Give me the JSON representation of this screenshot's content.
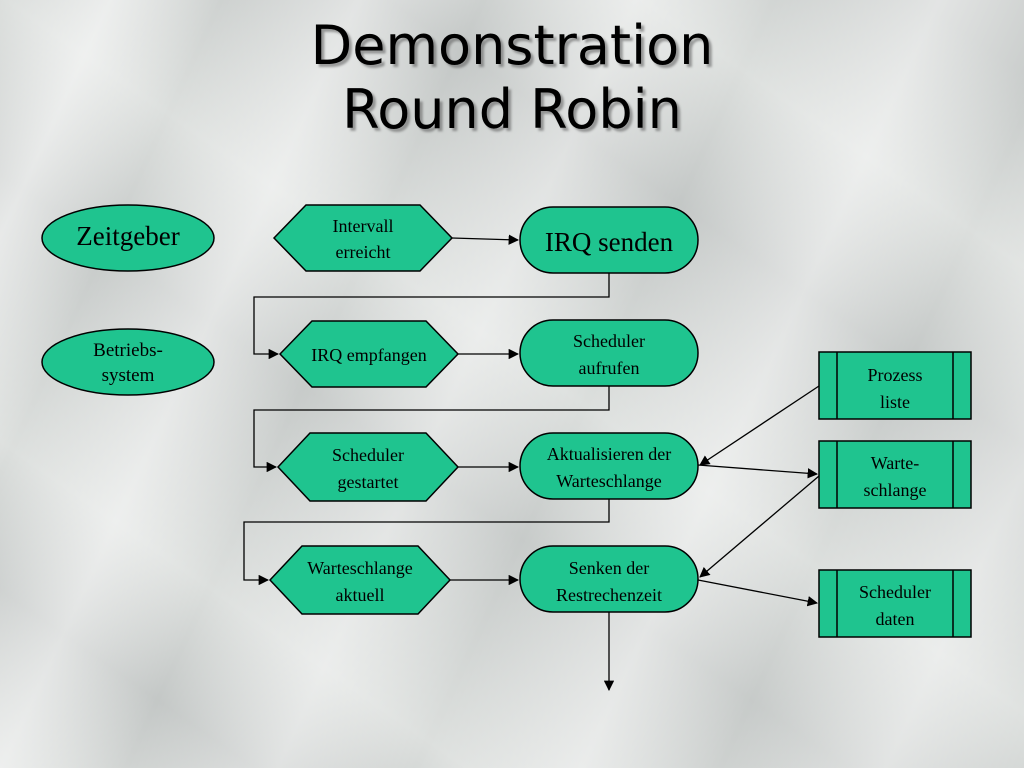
{
  "title": {
    "line1": "Demonstration",
    "line2": "Round Robin"
  },
  "colors": {
    "node_fill": "#1fc48f",
    "stroke": "#000000"
  },
  "nodes": {
    "zeitgeber": "Zeitgeber",
    "betriebssystem": [
      "Betriebs-",
      "system"
    ],
    "intervall_erreicht": [
      "Intervall",
      "erreicht"
    ],
    "irq_senden": "IRQ senden",
    "irq_empfangen": "IRQ empfangen",
    "scheduler_aufrufen": [
      "Scheduler",
      "aufrufen"
    ],
    "scheduler_gestartet": [
      "Scheduler",
      "gestartet"
    ],
    "aktualisieren": [
      "Aktualisieren der",
      "Warteschlange"
    ],
    "warteschlange_aktuell": [
      "Warteschlange",
      "aktuell"
    ],
    "senken": [
      "Senken der",
      "Restrechenzeit"
    ],
    "prozess_liste": [
      "Prozess",
      "liste"
    ],
    "warte_schlange": [
      "Warte-",
      "schlange"
    ],
    "scheduler_daten": [
      "Scheduler",
      "daten"
    ]
  }
}
